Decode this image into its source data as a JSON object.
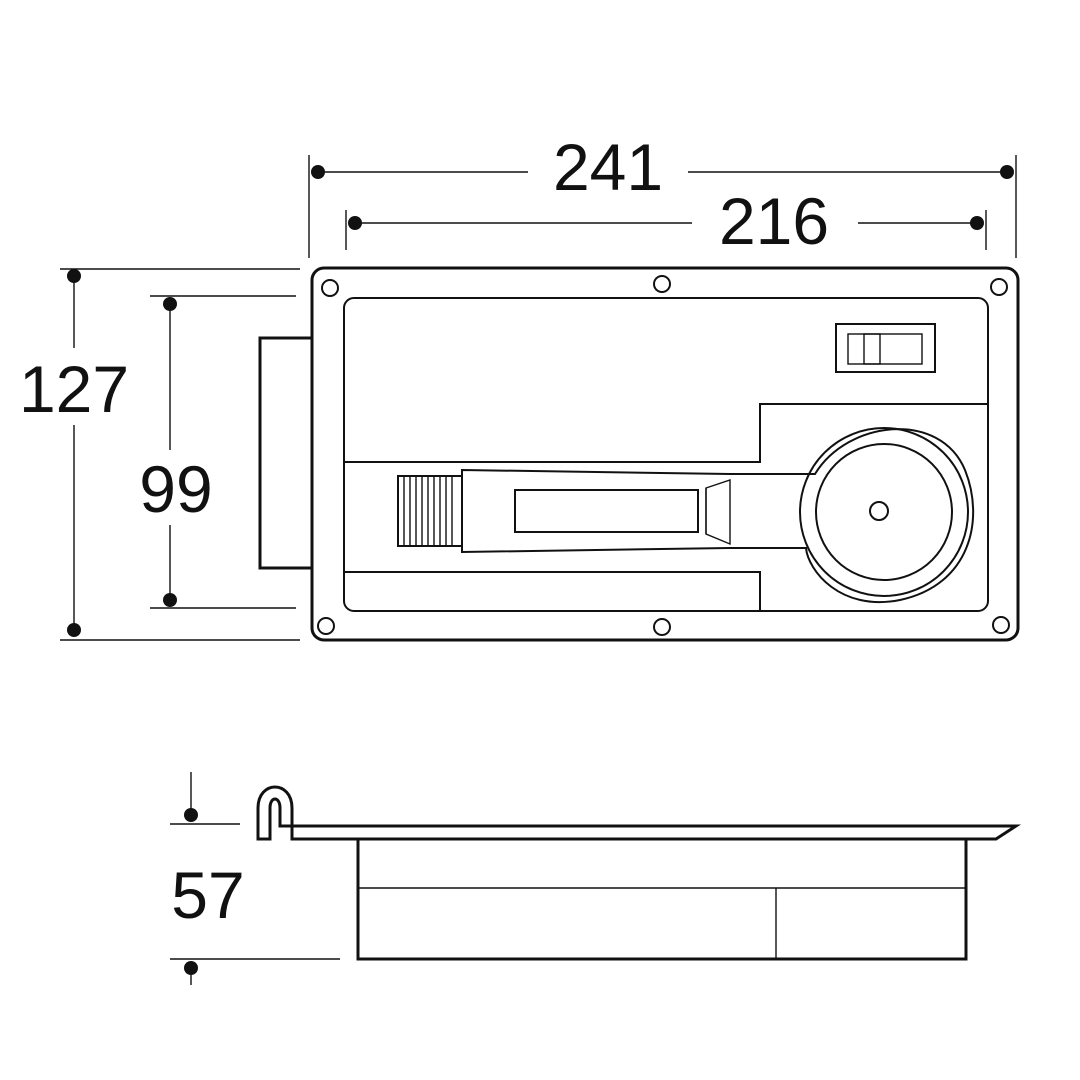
{
  "dimensions": {
    "overall_width": "241",
    "inner_width": "216",
    "overall_height": "127",
    "inner_height": "99",
    "depth": "57"
  },
  "colors": {
    "line": "#111111",
    "background": "#ffffff"
  }
}
